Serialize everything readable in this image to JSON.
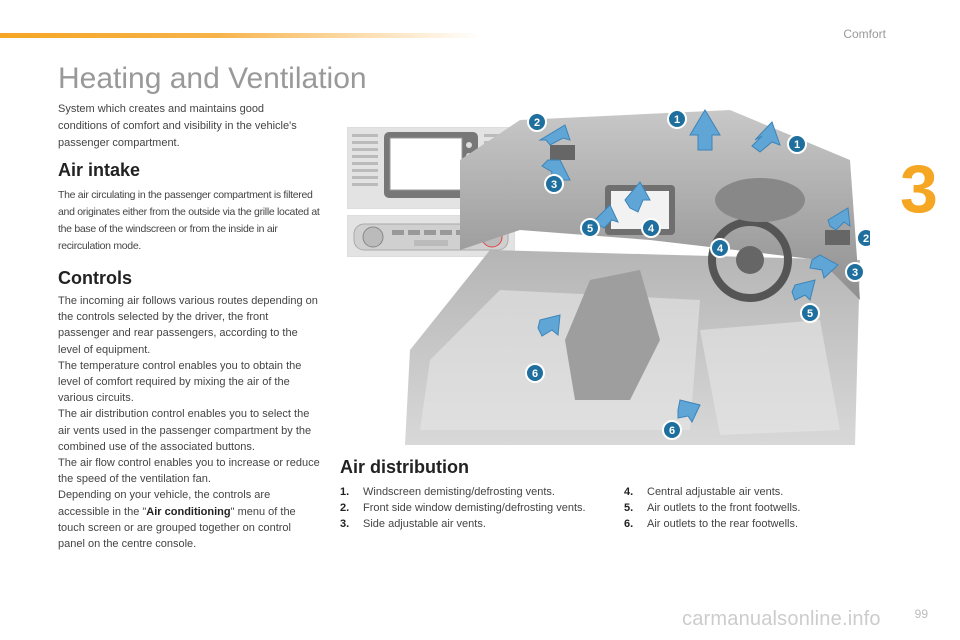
{
  "header": {
    "section": "Comfort",
    "chapter": "3"
  },
  "page_title": "Heating and Ventilation",
  "intro": "System which creates and maintains good conditions of comfort and visibility in the vehicle's passenger compartment.",
  "air_intake": {
    "heading": "Air intake",
    "text": "The air circulating in the passenger compartment is filtered and originates either from the outside via the grille located at the base of the windscreen or from the inside in air recirculation mode."
  },
  "controls": {
    "heading": "Controls",
    "text_1": "The incoming air follows various routes depending on the controls selected by the driver, the front passenger and rear passengers, according to the level of equipment.",
    "text_2": "The temperature control enables you to obtain the level of comfort required by mixing the air of the various circuits.",
    "text_3": "The air distribution control enables you to select the air vents used in the passenger compartment by the combined use of the associated buttons.",
    "text_4": "The air flow control enables you to increase or reduce the speed of the ventilation fan.",
    "text_5_pre": "Depending on your vehicle, the controls are accessible in the \"",
    "text_5_bold": "Air conditioning",
    "text_5_post": "\" menu of the touch screen or are grouped together on control panel on the centre console."
  },
  "air_distribution": {
    "heading": "Air distribution",
    "items": [
      {
        "num": "1.",
        "text": "Windscreen demisting/defrosting vents."
      },
      {
        "num": "2.",
        "text": "Front side window demisting/defrosting vents."
      },
      {
        "num": "3.",
        "text": "Side adjustable air vents."
      },
      {
        "num": "4.",
        "text": "Central adjustable air vents."
      },
      {
        "num": "5.",
        "text": "Air outlets to the front footwells."
      },
      {
        "num": "6.",
        "text": "Air outlets to the rear footwells."
      }
    ]
  },
  "diagram_badges": [
    "1",
    "2",
    "3",
    "4",
    "5",
    "6"
  ],
  "footer": {
    "page": "99",
    "watermark": "carmanualsonline.info"
  },
  "colors": {
    "accent": "#f5a623",
    "badge": "#1f6f9e",
    "arrow": "#5fa5d6"
  }
}
